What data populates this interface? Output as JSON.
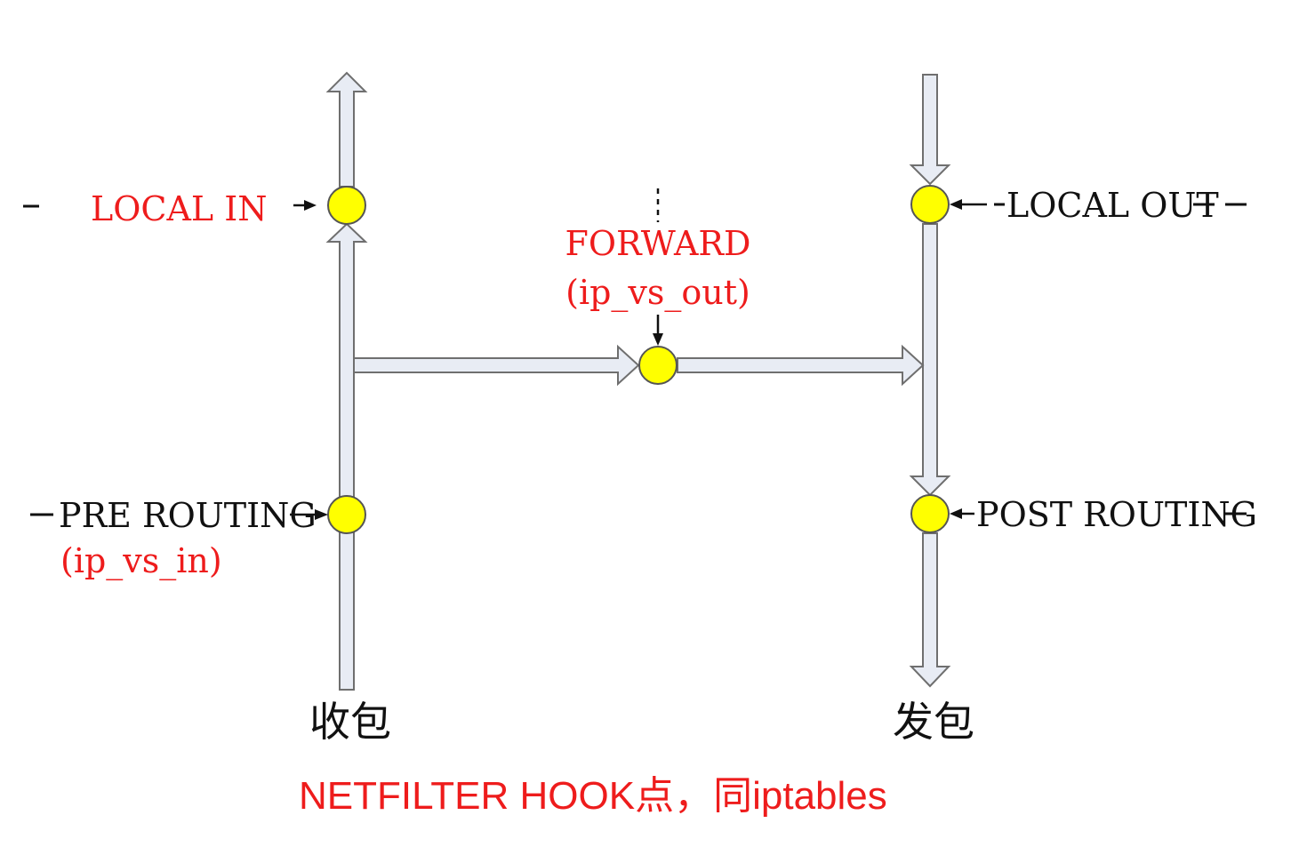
{
  "hooks": {
    "local_in": {
      "label": "LOCAL IN",
      "label_color": "#ee1c1c"
    },
    "local_out": {
      "label": "LOCAL OUT",
      "label_color": "#111111"
    },
    "forward": {
      "label": "FORWARD",
      "sublabel": "(ip_vs_out)",
      "label_color": "#ee1c1c"
    },
    "pre_routing": {
      "label": "PRE ROUTING",
      "sublabel": "(ip_vs_in)",
      "label_color": "#111111",
      "sublabel_color": "#ee1c1c"
    },
    "post_routing": {
      "label": "POST ROUTING",
      "label_color": "#111111"
    }
  },
  "columns": {
    "receive": {
      "label": "收包"
    },
    "send": {
      "label": "发包"
    }
  },
  "caption": "NETFILTER HOOK点，同iptables",
  "colors": {
    "hook_fill": "#ffff00",
    "pipe_fill": "#e8ecf4",
    "pipe_stroke": "#6f6f6f",
    "accent_red": "#ee1c1c"
  }
}
